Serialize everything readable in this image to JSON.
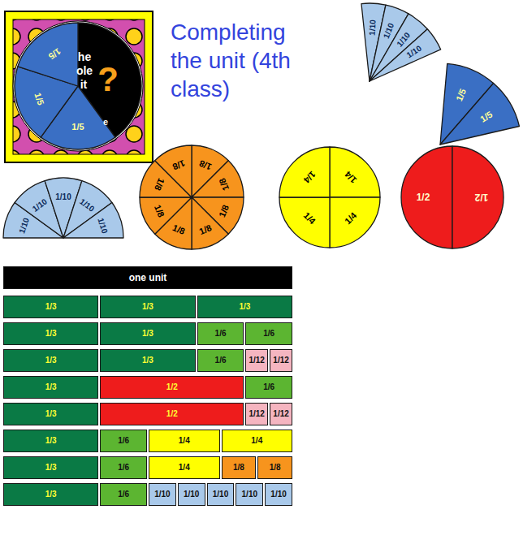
{
  "diagram": {
    "title": "Completing the unit (4th class)",
    "nodes": [
      {
        "text": [
          "one unit"
        ]
      },
      {
        "text": [
          "1/3"
        ]
      },
      {
        "text": [
          "1/3"
        ]
      },
      {
        "text": [
          "1/3"
        ]
      },
      {
        "text": [
          "1/3"
        ]
      },
      {
        "text": [
          "1/3"
        ]
      },
      {
        "text": [
          "1/6"
        ]
      },
      {
        "text": [
          "1/6"
        ]
      },
      {
        "text": [
          "1/3"
        ]
      },
      {
        "text": [
          "1/3"
        ]
      },
      {
        "text": [
          "1/6"
        ]
      },
      {
        "text": [
          "1/12"
        ]
      },
      {
        "text": [
          "1/12"
        ]
      },
      {
        "text": [
          "1/3"
        ]
      },
      {
        "text": [
          "1/2"
        ]
      },
      {
        "text": [
          "1/6"
        ]
      },
      {
        "text": [
          "1/3"
        ]
      },
      {
        "text": [
          "1/2"
        ]
      },
      {
        "text": [
          "1/12"
        ]
      },
      {
        "text": [
          "1/12"
        ]
      },
      {
        "text": [
          "1/3"
        ]
      },
      {
        "text": [
          "1/6"
        ]
      },
      {
        "text": [
          "1/4"
        ]
      },
      {
        "text": [
          "1/4"
        ]
      },
      {
        "text": [
          "1/3"
        ]
      },
      {
        "text": [
          "1/6"
        ]
      },
      {
        "text": [
          "1/4"
        ]
      },
      {
        "text": [
          "1/8"
        ]
      },
      {
        "text": [
          "1/8"
        ]
      },
      {
        "text": [
          "1/3"
        ]
      },
      {
        "text": [
          "1/6"
        ]
      },
      {
        "text": [
          "1/10"
        ]
      },
      {
        "text": [
          "1/10"
        ]
      },
      {
        "text": [
          "1/10"
        ]
      },
      {
        "text": [
          "1/10"
        ]
      },
      {
        "text": [
          "1/10"
        ]
      }
    ],
    "labels": [
      "1/5",
      "1/5",
      "1/5",
      "he",
      "ole",
      "it",
      "?",
      "e",
      "1/10",
      "1/10",
      "1/10",
      "1/10",
      "1/5",
      "1/5",
      "1/10",
      "1/10",
      "1/10",
      "1/10",
      "1/10",
      "1/8",
      "1/8",
      "1/8",
      "1/8",
      "1/8",
      "1/8",
      "1/8",
      "1/8",
      "1/4",
      "1/4",
      "1/4",
      "1/4",
      "1/2",
      "1/2"
    ]
  }
}
